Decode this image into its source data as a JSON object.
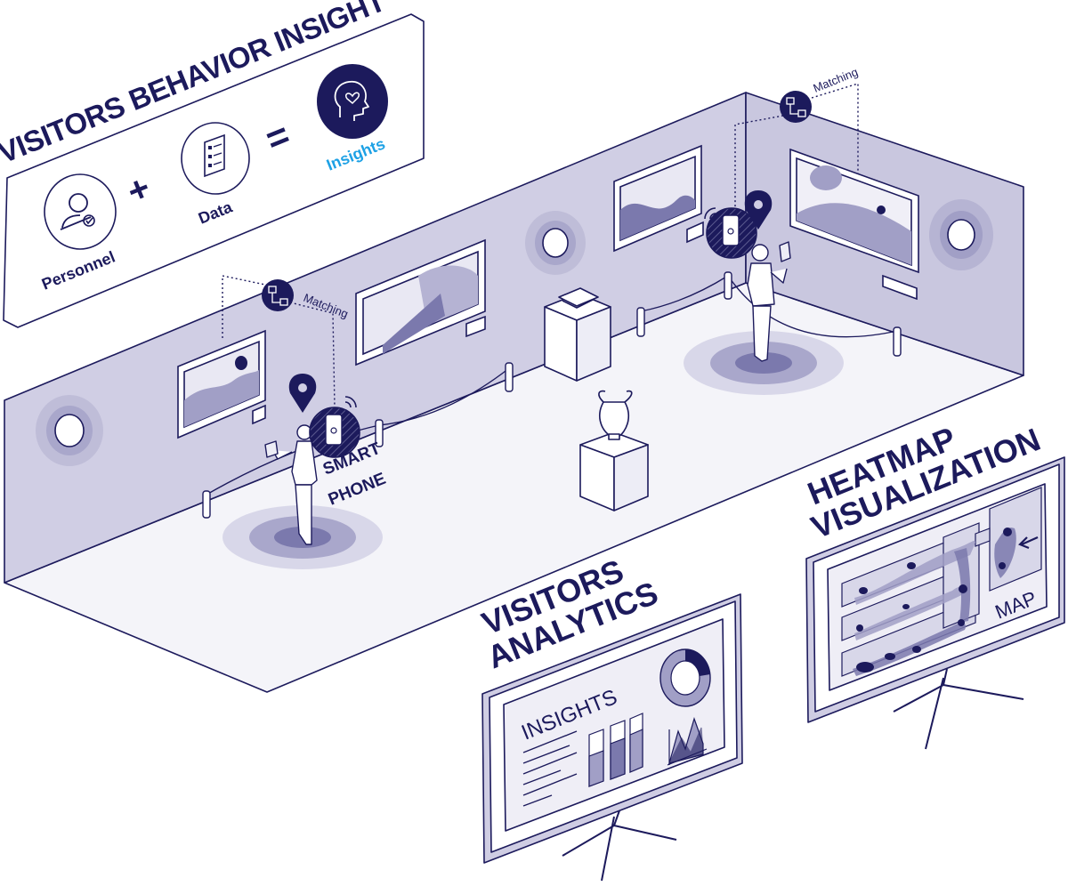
{
  "header": {
    "title": "VISITORS BEHAVIOR INSIGHT",
    "formula": {
      "personnel_label": "Personnel",
      "plus": "+",
      "data_label": "Data",
      "equals": "=",
      "insights_label": "Insights"
    }
  },
  "scene": {
    "matching_left": "Matching",
    "matching_right": "Matching",
    "smartphone_line1": "SMART",
    "smartphone_line2": "PHONE"
  },
  "analytics": {
    "title_line1": "VISITORS",
    "title_line2": "ANALYTICS",
    "screen_label": "INSIGHTS"
  },
  "heatmap": {
    "title_line1": "HEATMAP",
    "title_line2": "VISUALIZATION",
    "screen_label": "MAP"
  },
  "colors": {
    "navy": "#1c1a5c",
    "wall": "#cfcde3",
    "floor": "#f3f3f8",
    "accent_blue": "#1da1e5"
  },
  "icons": [
    "person-check-icon",
    "checklist-icon",
    "head-heart-icon",
    "flowchart-icon",
    "location-pin-icon",
    "smartphone-icon",
    "wifi-signal-icon",
    "arrow-left-icon"
  ]
}
